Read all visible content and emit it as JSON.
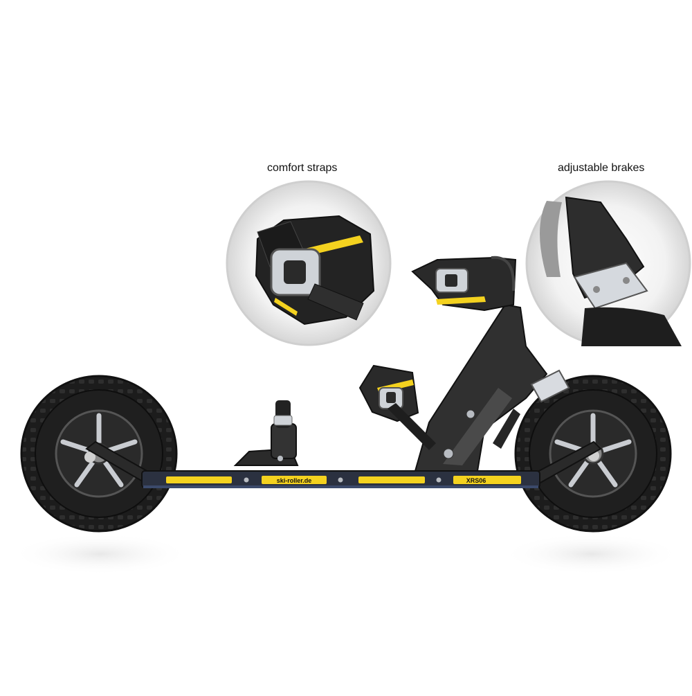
{
  "callouts": {
    "straps_label": "comfort straps",
    "brakes_label": "adjustable brakes"
  },
  "board": {
    "url_label": "ski-roller.de",
    "model_label": "XRS06"
  },
  "colors": {
    "background": "#ffffff",
    "tire": "#1a1a1a",
    "board": "#2b3140",
    "accent_yellow": "#f4d21f",
    "metal": "#b8bcc2"
  }
}
